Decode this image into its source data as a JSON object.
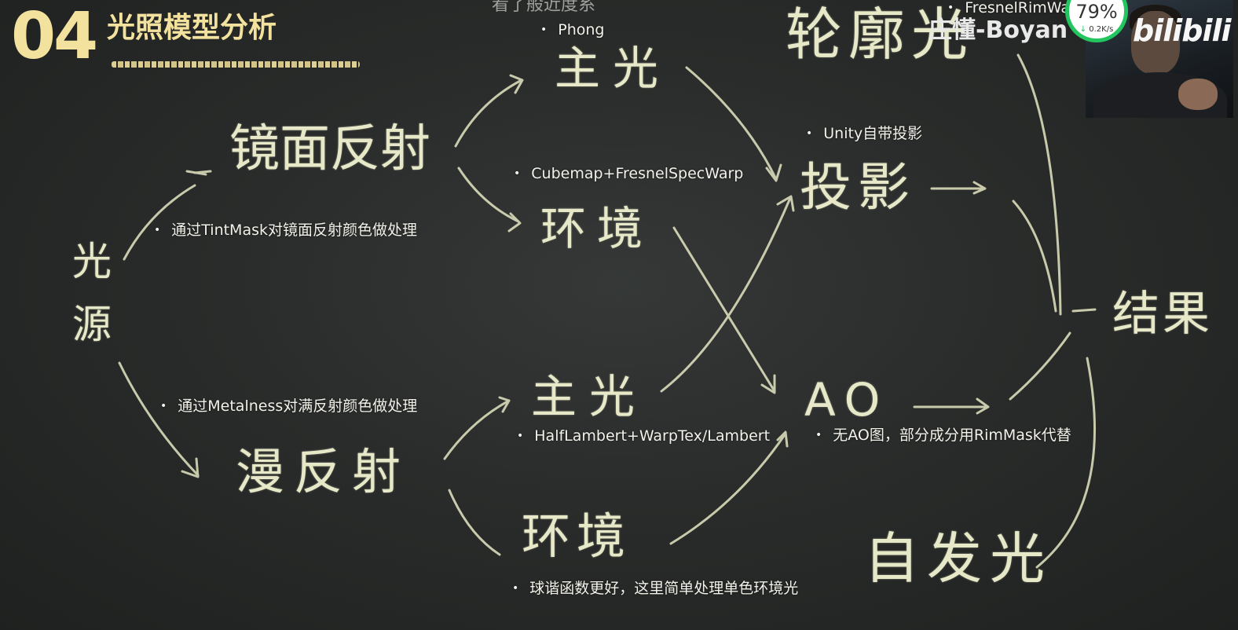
{
  "header": {
    "section_number": "04",
    "section_title": "光照模型分析",
    "subtitle_cut": "看了般近度系"
  },
  "diagram": {
    "nodes": {
      "light_source": "光源",
      "specular": "镜面反射",
      "diffuse": "漫反射",
      "spec_main_light": "主光",
      "spec_environment": "环境",
      "diff_main_light": "主光",
      "diff_environment": "环境",
      "rim_light": "轮廓光",
      "shadow": "投影",
      "ao": "AO",
      "emission": "自发光",
      "result": "结果"
    },
    "notes": {
      "tintmask": "通过TintMask对镜面反射颜色做处理",
      "metalness": "通过Metalness对满反射颜色做处理",
      "phong": "Phong",
      "cubemap": "Cubemap+FresnelSpecWarp",
      "halflambert": "HalfLambert+WarpTex/Lambert",
      "sh": "球谐函数更好，这里简单处理单色环境光",
      "unity_shadow": "Unity自带投影",
      "no_ao": "无AO图，部分成分用RimMask代替",
      "fresnel_rim": "FresnelRimWarp"
    }
  },
  "overlay": {
    "watermark": "庄懂-Boyan",
    "logo": "bilibili",
    "perf_percent": "79%",
    "perf_speed": "0.2K/s"
  },
  "colors": {
    "board": "#2f3231",
    "chalk": "#e6e8c8",
    "title_yellow": "#f3e19e",
    "perf_green": "#23c55e"
  }
}
